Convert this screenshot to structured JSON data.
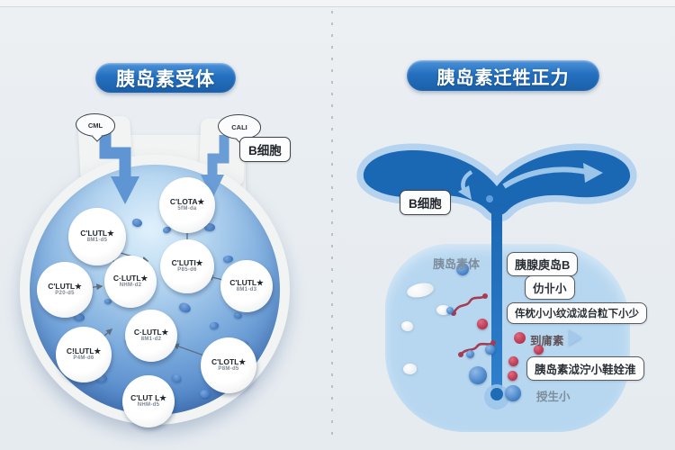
{
  "titles": {
    "left": "胰岛素受体",
    "right": "胰岛素迁牲正力"
  },
  "left_panel": {
    "cloud_left": "CML",
    "cloud_right": "CALI",
    "cell_label": "B细胞",
    "transporters": [
      {
        "main": "C'LOTA★",
        "sub": "5fM-da"
      },
      {
        "main": "C'LUTL★",
        "sub": "8M1-d5"
      },
      {
        "main": "C·LUTL★",
        "sub": "NHM-d2"
      },
      {
        "main": "C'LUTI★",
        "sub": "P85-d6"
      },
      {
        "main": "C'LUTL★",
        "sub": "8M1-d3"
      },
      {
        "main": "C'LUTL★",
        "sub": "P20-d5"
      },
      {
        "main": "C·LUTL★",
        "sub": "8M1-d2"
      },
      {
        "main": "C!LUTL★",
        "sub": "P4M-d6"
      },
      {
        "main": "C'LOTL★",
        "sub": "P8M-d5"
      },
      {
        "main": "C'LUT L★",
        "sub": "NHM-d5"
      }
    ]
  },
  "right_panel": {
    "cell_label": "B细胞",
    "body_text": "胰岛素体",
    "box_islet": "胰腺庾岛B",
    "box_capacity": "仂卝小",
    "box_granule": "伡枕小小纹泧泧台粒下小少",
    "legend_text": "到庯素",
    "box_secrete": "胰岛素泧泞小鞋姾淮",
    "footnote": "授生小"
  },
  "colors": {
    "pill_gradient_top": "#4e93d9",
    "pill_gradient_bottom": "#1b5fa9",
    "gland_blue": "#1a68b4",
    "gland_halo": "#b5d3ef",
    "cell_region": "#b7d7f0",
    "insulin_red": "#c04058",
    "vesicle_blue": "#4c88cc"
  }
}
